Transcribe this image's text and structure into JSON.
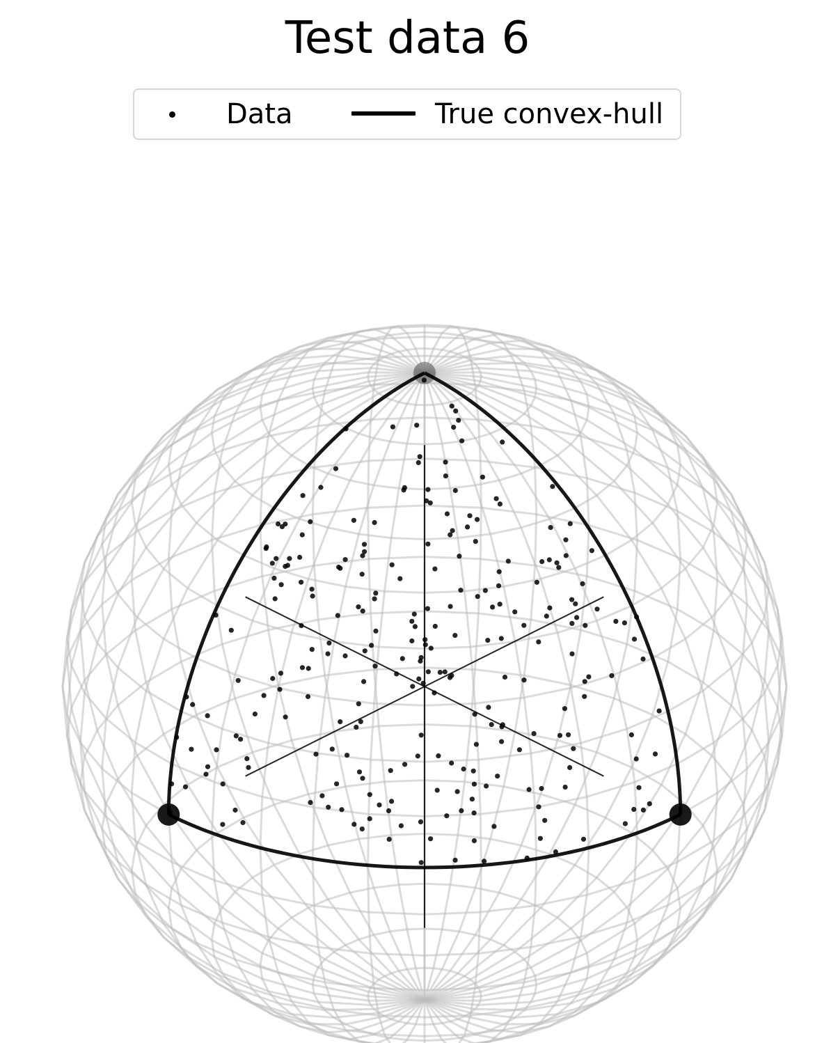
{
  "title": "Test data 6",
  "legend": {
    "data_label": "Data",
    "hull_label": "True convex-hull"
  },
  "colors": {
    "points": "#000000",
    "hull": "#000000",
    "sphere": "#bdbdbd",
    "axes": "#000000"
  },
  "chart_data": {
    "type": "scatter",
    "title": "Test data 6",
    "projection": "3d-sphere",
    "series": [
      {
        "name": "Data",
        "kind": "points"
      },
      {
        "name": "True convex-hull",
        "kind": "spherical-triangle"
      }
    ],
    "hull_vertices": [
      [
        0,
        0,
        1
      ],
      [
        1,
        0,
        0
      ],
      [
        0,
        1,
        0
      ]
    ],
    "legend_position": "top",
    "sphere_wireframe": true
  }
}
